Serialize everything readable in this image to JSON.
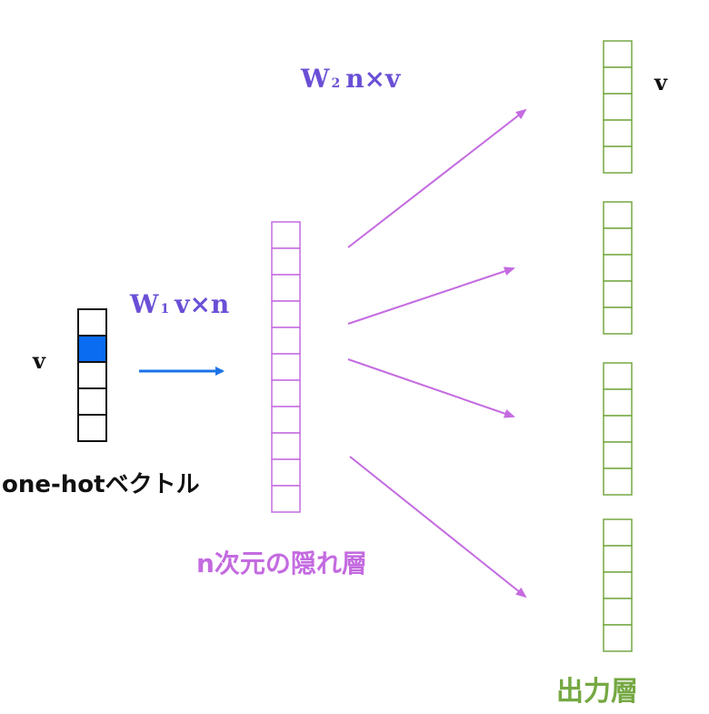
{
  "colors": {
    "input_border": "#111111",
    "input_active": "#0a6cf0",
    "input_arrow": "#1a73e8",
    "hidden": "#c46be0",
    "output": "#76a843",
    "weight_label": "#6a4fd6"
  },
  "input": {
    "dim_label": "v",
    "caption": "one-hotベクトル",
    "cells": 5,
    "active_index": 1
  },
  "hidden": {
    "caption": "n次元の隠れ層",
    "cells": 11
  },
  "output": {
    "dim_label": "v",
    "caption": "出力層",
    "vectors": 4,
    "cells_per_vector": 5
  },
  "weights": {
    "w1": {
      "symbol": "W",
      "index": "1",
      "shape": "v×n"
    },
    "w2": {
      "symbol": "W",
      "index": "2",
      "shape": "n×v"
    }
  }
}
